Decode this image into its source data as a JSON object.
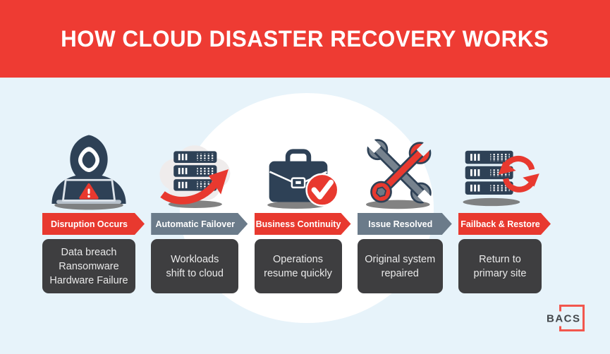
{
  "title": "HOW CLOUD DISASTER RECOVERY WORKS",
  "colors": {
    "header_red": "#ee3b33",
    "label_red": "#e8392f",
    "label_gray": "#6b7b8a",
    "box_charcoal": "#3e3e40",
    "icon_navy": "#2e4156",
    "background_blue": "#e7f3fa",
    "ellipse_white": "#ffffff",
    "logo_red": "#f2564d"
  },
  "steps": [
    {
      "label": "Disruption Occurs",
      "label_color": "#e8392f",
      "icon": "hacker-disruption-icon",
      "lines": [
        "Data breach",
        "Ransomware",
        "Hardware Failure"
      ]
    },
    {
      "label": "Automatic Failover",
      "label_color": "#6b7b8a",
      "icon": "cloud-failover-icon",
      "lines": [
        "Workloads",
        "shift to cloud"
      ]
    },
    {
      "label": "Business Continuity",
      "label_color": "#e8392f",
      "icon": "briefcase-check-icon",
      "lines": [
        "Operations",
        "resume quickly"
      ]
    },
    {
      "label": "Issue Resolved",
      "label_color": "#6b7b8a",
      "icon": "crossed-wrenches-icon",
      "lines": [
        "Original system",
        "repaired"
      ]
    },
    {
      "label": "Failback & Restore",
      "label_color": "#e8392f",
      "icon": "server-restore-icon",
      "lines": [
        "Return to",
        "primary site"
      ]
    }
  ],
  "logo": {
    "text": "BACS"
  }
}
